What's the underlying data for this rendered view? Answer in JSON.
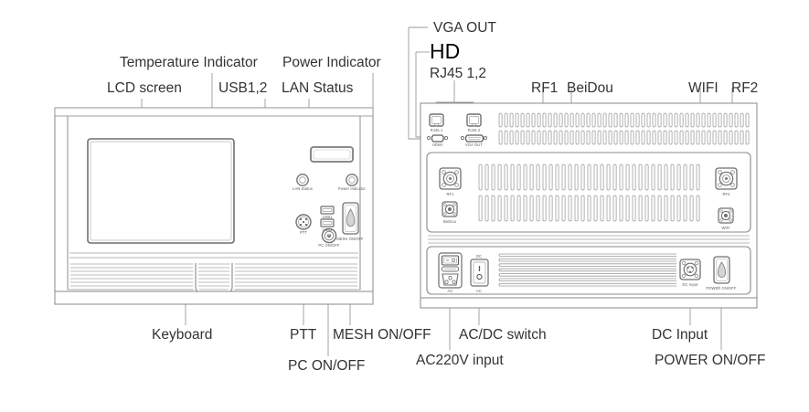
{
  "diagram": {
    "title": "Rugged Terminal Front and Rear Panel Callout Diagram",
    "line_color": "#8a8a8a",
    "text_color": "#333333",
    "background": "#ffffff"
  },
  "callouts": {
    "front": [
      {
        "id": "temperature-indicator",
        "label": "Temperature Indicator"
      },
      {
        "id": "power-indicator",
        "label": "Power Indicator"
      },
      {
        "id": "lcd-screen",
        "label": "LCD screen"
      },
      {
        "id": "usb12",
        "label": "USB1,2"
      },
      {
        "id": "lan-status",
        "label": "LAN Status"
      },
      {
        "id": "keyboard",
        "label": "Keyboard"
      },
      {
        "id": "ptt",
        "label": "PTT"
      },
      {
        "id": "mesh-on-off",
        "label": "MESH ON/OFF"
      },
      {
        "id": "pc-on-off",
        "label": "PC ON/OFF"
      }
    ],
    "rear": [
      {
        "id": "vga-out",
        "label": "VGA OUT"
      },
      {
        "id": "hd",
        "label": "HD"
      },
      {
        "id": "rj45-12",
        "label": "RJ45 1,2"
      },
      {
        "id": "rf1",
        "label": "RF1"
      },
      {
        "id": "beidou",
        "label": "BeiDou"
      },
      {
        "id": "wifi",
        "label": "WIFI"
      },
      {
        "id": "rf2",
        "label": "RF2"
      },
      {
        "id": "ac-dc-switch",
        "label": "AC/DC switch"
      },
      {
        "id": "ac220v-input",
        "label": "AC220V input"
      },
      {
        "id": "dc-input",
        "label": "DC Input"
      },
      {
        "id": "power-on-off",
        "label": "POWER ON/OFF"
      }
    ]
  },
  "panel_micro_labels": {
    "front": [
      {
        "id": "lan-status",
        "text": "LAN Status"
      },
      {
        "id": "power-indicator",
        "text": "Power Indicator"
      },
      {
        "id": "usb1",
        "text": "USB1"
      },
      {
        "id": "usb2",
        "text": "USB2"
      },
      {
        "id": "ptt",
        "text": "PTT"
      },
      {
        "id": "pc-on-off",
        "text": "PC ON/OFF"
      },
      {
        "id": "mesh-on-off",
        "text": "MESH ON/OFF"
      }
    ],
    "rear": [
      {
        "id": "rj45-1",
        "text": "RJ45 1"
      },
      {
        "id": "rj45-2",
        "text": "RJ45 2"
      },
      {
        "id": "hdmi",
        "text": "HDMI"
      },
      {
        "id": "vga-out",
        "text": "VGA OUT"
      },
      {
        "id": "rf1",
        "text": "RF1"
      },
      {
        "id": "beidou",
        "text": "BeiDou"
      },
      {
        "id": "rf2",
        "text": "RF2"
      },
      {
        "id": "wifi",
        "text": "WIFI"
      },
      {
        "id": "ac-socket",
        "text": "AC"
      },
      {
        "id": "dc-switch-top",
        "text": "DC"
      },
      {
        "id": "ac-switch-bottom",
        "text": "AC"
      },
      {
        "id": "dc-input",
        "text": "DC Input"
      },
      {
        "id": "power-on-off",
        "text": "POWER ON/OFF"
      }
    ]
  }
}
